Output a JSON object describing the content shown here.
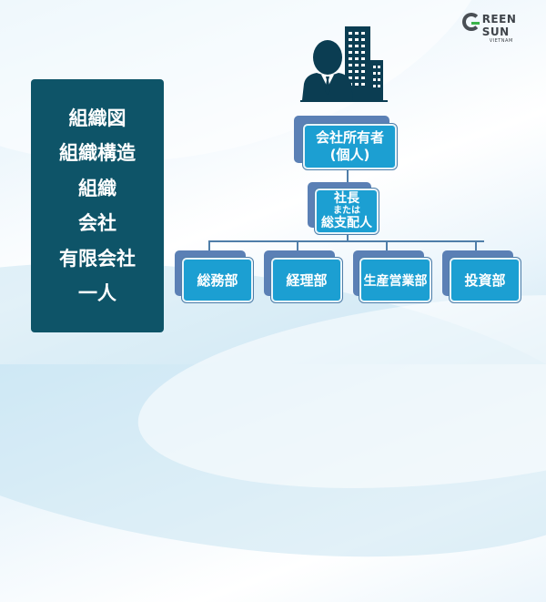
{
  "brand": {
    "name": "REEN SUN",
    "sub": "VIETNAM",
    "accent": "#3bb44a"
  },
  "left_panel": {
    "bg_color": "#0e5468",
    "terms": [
      "組織図",
      "組織構造",
      "組織",
      "会社",
      "有限会社",
      "一人"
    ]
  },
  "org_chart": {
    "node_color": "#1c9fd2",
    "owner": {
      "line1": "会社所有者",
      "line2": "(個人)"
    },
    "president": {
      "line1": "社長",
      "line2": "または",
      "line3": "総支配人"
    },
    "departments": [
      "総務部",
      "経理部",
      "生産営業部",
      "投資部"
    ]
  },
  "icon": "businessman-building-icon"
}
